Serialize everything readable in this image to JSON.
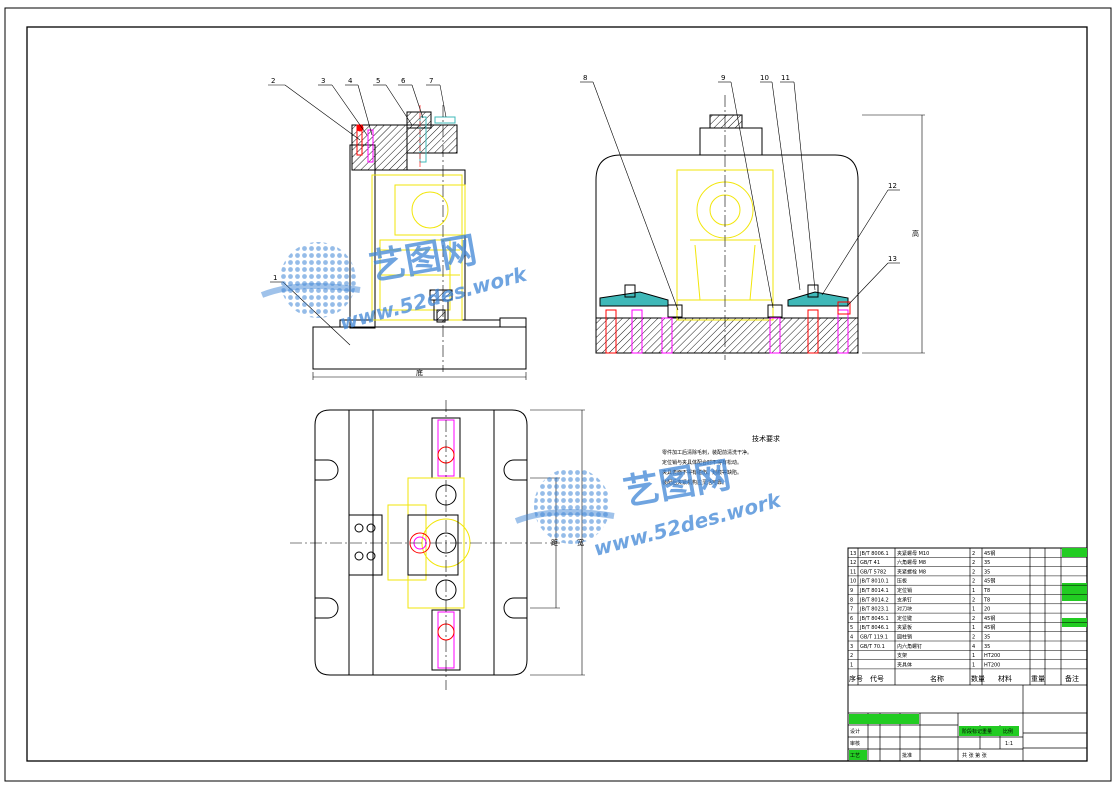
{
  "balloons": [
    "2",
    "3",
    "4",
    "5",
    "6",
    "7",
    "8",
    "9",
    "10",
    "11",
    "12",
    "13",
    "1"
  ],
  "dimensions": {
    "front_width": "底",
    "side_height": "高",
    "top_height": "宽",
    "top_inner": "距"
  },
  "watermark": {
    "brand": "艺图网",
    "url": "www.52des.work"
  },
  "tech_requirements": {
    "title": "技术要求",
    "lines": [
      "零件加工后清除毛刺，装配前清洗干净。",
      "定位销与夹具体配合时不得有松动。",
      "夹具表面不得有碰伤、划痕等缺陷。",
      "装配后夹紧机构应灵活可靠。"
    ]
  },
  "title_block": {
    "headers": [
      "序号",
      "代号",
      "名称",
      "数量",
      "材料",
      "重量",
      "备注"
    ],
    "rows": [
      {
        "no": "13",
        "code": "JB/T 8006.1",
        "name": "夹紧螺母 M10",
        "qty": "2",
        "mat": "45钢",
        "note": ""
      },
      {
        "no": "12",
        "code": "GB/T 41",
        "name": "六角螺母 M8",
        "qty": "2",
        "mat": "35",
        "note": ""
      },
      {
        "no": "11",
        "code": "GB/T 5782",
        "name": "夹紧螺栓 M8",
        "qty": "2",
        "mat": "35",
        "note": ""
      },
      {
        "no": "10",
        "code": "JB/T 8010.1",
        "name": "压板",
        "qty": "2",
        "mat": "45钢",
        "note": ""
      },
      {
        "no": "9",
        "code": "JB/T 8014.1",
        "name": "定位销",
        "qty": "1",
        "mat": "T8",
        "note": ""
      },
      {
        "no": "8",
        "code": "JB/T 8014.2",
        "name": "支承钉",
        "qty": "2",
        "mat": "T8",
        "note": ""
      },
      {
        "no": "7",
        "code": "JB/T 8023.1",
        "name": "对刀块",
        "qty": "1",
        "mat": "20",
        "note": ""
      },
      {
        "no": "6",
        "code": "JB/T 8045.1",
        "name": "定位键",
        "qty": "2",
        "mat": "45钢",
        "note": ""
      },
      {
        "no": "5",
        "code": "JB/T 8046.1",
        "name": "夹紧板",
        "qty": "1",
        "mat": "45钢",
        "note": ""
      },
      {
        "no": "4",
        "code": "GB/T 119.1",
        "name": "圆柱销",
        "qty": "2",
        "mat": "35",
        "note": ""
      },
      {
        "no": "3",
        "code": "GB/T 70.1",
        "name": "内六角螺钉",
        "qty": "4",
        "mat": "35",
        "note": ""
      },
      {
        "no": "2",
        "code": "",
        "name": "支架",
        "qty": "1",
        "mat": "HT200",
        "note": ""
      },
      {
        "no": "1",
        "code": "",
        "name": "夹具体",
        "qty": "1",
        "mat": "HT200",
        "note": ""
      }
    ],
    "labels": {
      "design": "设计",
      "check": "审核",
      "process": "工艺",
      "approve": "批准",
      "stage": "阶段标记",
      "weight": "重量",
      "scale": "比例",
      "scale_value": "1:1",
      "sheets": "共 张 第 张"
    },
    "colors": {
      "header_fill": "#22cc22",
      "outline": "#000000",
      "red": "#ff0000",
      "yellow": "#f2e60a",
      "magenta": "#ff00ff",
      "cyan": "#3fb8b8",
      "hatch": "#000000",
      "watermark": "#3f86d6"
    }
  }
}
